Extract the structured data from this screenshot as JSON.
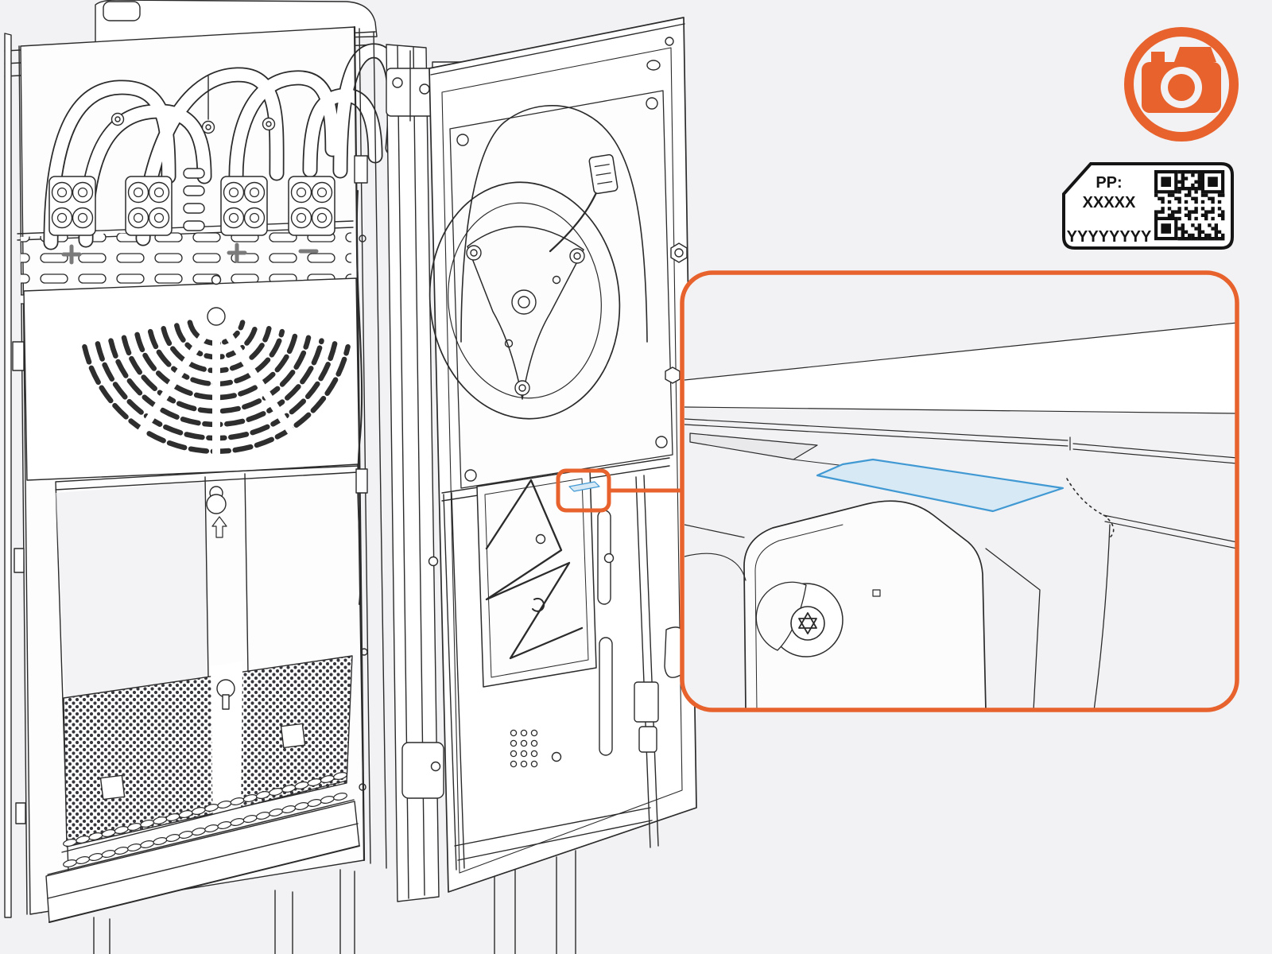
{
  "page": {
    "background_color": "#F2F2F4"
  },
  "colors": {
    "accent_orange": "#E7622C",
    "line_dark": "#2B2B2B",
    "highlight_blue_fill": "#D8E9F6",
    "highlight_blue_stroke": "#4199D3",
    "label_border_black": "#151515"
  },
  "icons": {
    "camera": "camera-icon",
    "qr_code": "qr-code"
  },
  "part_label": {
    "prefix": "PP:",
    "part_number": "XXXXX",
    "serial": "YYYYYYYY"
  }
}
